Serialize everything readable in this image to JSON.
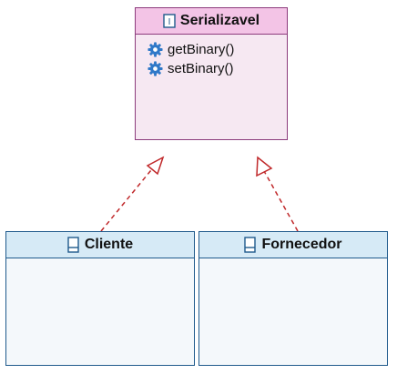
{
  "interface": {
    "name": "Serializavel",
    "methods": [
      "getBinary()",
      "setBinary()"
    ]
  },
  "classes": [
    {
      "name": "Cliente"
    },
    {
      "name": "Fornecedor"
    }
  ],
  "colors": {
    "interface_border": "#8c3c7c",
    "interface_header": "#f3c4e6",
    "interface_body": "#f6e8f2",
    "class_border": "#1f5a8c",
    "class_header": "#d6eaf6",
    "class_body": "#f4f8fb",
    "relation_line": "#c0282a",
    "method_icon": "#2f78c8"
  }
}
